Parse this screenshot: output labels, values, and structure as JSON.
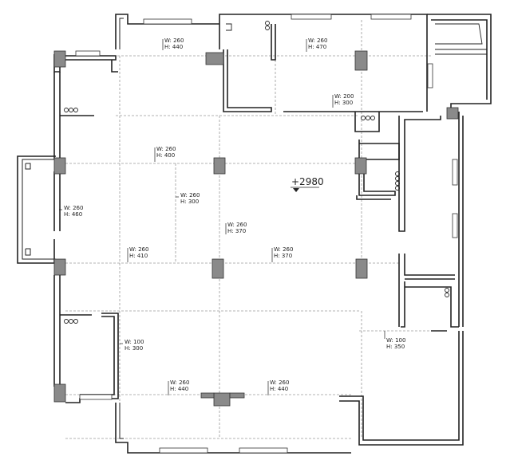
{
  "elevation": {
    "label": "+2980"
  },
  "beams": [
    {
      "id": "b1",
      "w": "W: 260",
      "h": "H: 440"
    },
    {
      "id": "b2",
      "w": "W: 260",
      "h": "H: 470"
    },
    {
      "id": "b3",
      "w": "W: 200",
      "h": "H: 300"
    },
    {
      "id": "b4",
      "w": "W: 260",
      "h": "H: 400"
    },
    {
      "id": "b5",
      "w": "W: 260",
      "h": "H: 300"
    },
    {
      "id": "b6",
      "w": "W: 260",
      "h": "H: 460"
    },
    {
      "id": "b7",
      "w": "W: 260",
      "h": "H: 370"
    },
    {
      "id": "b8",
      "w": "W: 260",
      "h": "H: 410"
    },
    {
      "id": "b9",
      "w": "W: 260",
      "h": "H: 370"
    },
    {
      "id": "b10",
      "w": "W: 100",
      "h": "H: 300"
    },
    {
      "id": "b11",
      "w": "W: 100",
      "h": "H: 350"
    },
    {
      "id": "b12",
      "w": "W: 260",
      "h": "H: 440"
    },
    {
      "id": "b13",
      "w": "W: 260",
      "h": "H: 440"
    }
  ]
}
